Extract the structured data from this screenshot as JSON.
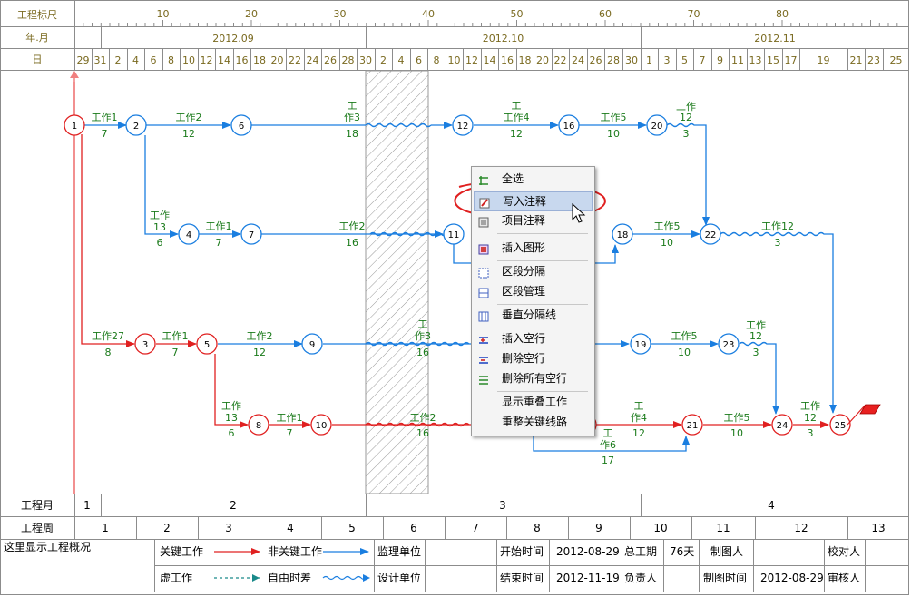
{
  "header": {
    "row_scale": "工程标尺",
    "row_month": "年.月",
    "row_day": "日",
    "scale_marks": [
      "10",
      "20",
      "30",
      "40",
      "50",
      "60",
      "70",
      "80"
    ],
    "months": [
      "2012.09",
      "2012.10",
      "2012.11"
    ],
    "days": [
      "29",
      "31",
      "2",
      "4",
      "6",
      "8",
      "10",
      "12",
      "14",
      "16",
      "18",
      "20",
      "22",
      "24",
      "26",
      "28",
      "30",
      "2",
      "4",
      "6",
      "8",
      "10",
      "12",
      "14",
      "16",
      "18",
      "20",
      "22",
      "24",
      "26",
      "28",
      "30",
      "1",
      "3",
      "5",
      "7",
      "9",
      "11",
      "13",
      "15",
      "17",
      "19",
      "21",
      "23",
      "25"
    ]
  },
  "nodes": [
    "1",
    "2",
    "6",
    "12",
    "16",
    "20",
    "4",
    "7",
    "11",
    "18",
    "22",
    "3",
    "5",
    "9",
    "19",
    "23",
    "8",
    "10",
    "21",
    "24",
    "25"
  ],
  "works": [
    {
      "name": "工作1",
      "dur": "7"
    },
    {
      "name": "工作2",
      "dur": "12"
    },
    {
      "name": "作3",
      "dur": "18"
    },
    {
      "name": "工作4",
      "dur": "12"
    },
    {
      "name": "工作5",
      "dur": "10"
    },
    {
      "name": "工作",
      "dur": "3"
    },
    {
      "name": "工作",
      "dur": "6"
    },
    {
      "name": "工作1",
      "dur": "7"
    },
    {
      "name": "工作2",
      "dur": "16"
    },
    {
      "name": "工作5",
      "dur": "10"
    },
    {
      "name": "工作12",
      "dur": "3"
    },
    {
      "name": "工作27",
      "dur": "8"
    },
    {
      "name": "工作1",
      "dur": "7"
    },
    {
      "name": "工作2",
      "dur": "12"
    },
    {
      "name": "作3",
      "dur": "16"
    },
    {
      "name": "工作5",
      "dur": "10"
    },
    {
      "name": "工作",
      "dur": "3"
    },
    {
      "name": "工作",
      "dur": "6"
    },
    {
      "name": "工作1",
      "dur": "7"
    },
    {
      "name": "工作2",
      "dur": "16"
    },
    {
      "name": "作4",
      "dur": "12"
    },
    {
      "name": "作6",
      "dur": "17"
    },
    {
      "name": "工作5",
      "dur": "10"
    },
    {
      "name": "工作",
      "dur": "3"
    }
  ],
  "extra_labels": {
    "w12a": "12",
    "w13a": "13",
    "w12b": "12",
    "w13b": "13",
    "w12c": "12",
    "t1": "工",
    "t2": "工",
    "t3": "工",
    "t4": "工",
    "t5": "工",
    "t6": "4"
  },
  "footer": {
    "project_month_label": "工程月",
    "project_months": [
      "1",
      "2",
      "3",
      "4"
    ],
    "project_week_label": "工程周",
    "project_weeks": [
      "1",
      "2",
      "3",
      "4",
      "5",
      "6",
      "7",
      "8",
      "9",
      "10",
      "11",
      "12",
      "13"
    ],
    "overview": "这里显示工程概况",
    "legend": {
      "critical": "关键工作",
      "noncritical": "非关键工作",
      "dummy": "虚工作",
      "free_float": "自由时差"
    },
    "supervisor_label": "监理单位",
    "designer_label": "设计单位",
    "start_label": "开始时间",
    "start_value": "2012-08-29",
    "end_label": "结束时间",
    "end_value": "2012-11-19",
    "total_label": "总工期",
    "total_value": "76天",
    "owner_label": "负责人",
    "drawer_label": "制图人",
    "draw_time_label": "制图时间",
    "draw_time_value": "2012-08-29",
    "proof_label": "校对人",
    "review_label": "审核人"
  },
  "context_menu": {
    "items": [
      "全选",
      "写入注释",
      "项目注释",
      "插入图形",
      "区段分隔",
      "区段管理",
      "垂直分隔线",
      "插入空行",
      "删除空行",
      "删除所有空行",
      "显示重叠工作",
      "重整关键线路"
    ],
    "selected": "写入注释"
  },
  "colors": {
    "critical": "#e02020",
    "noncritical": "#1a7ee0",
    "grid": "#8c8c8c",
    "header_text": "#7a6a20",
    "work_text": "#1a7a1a"
  }
}
